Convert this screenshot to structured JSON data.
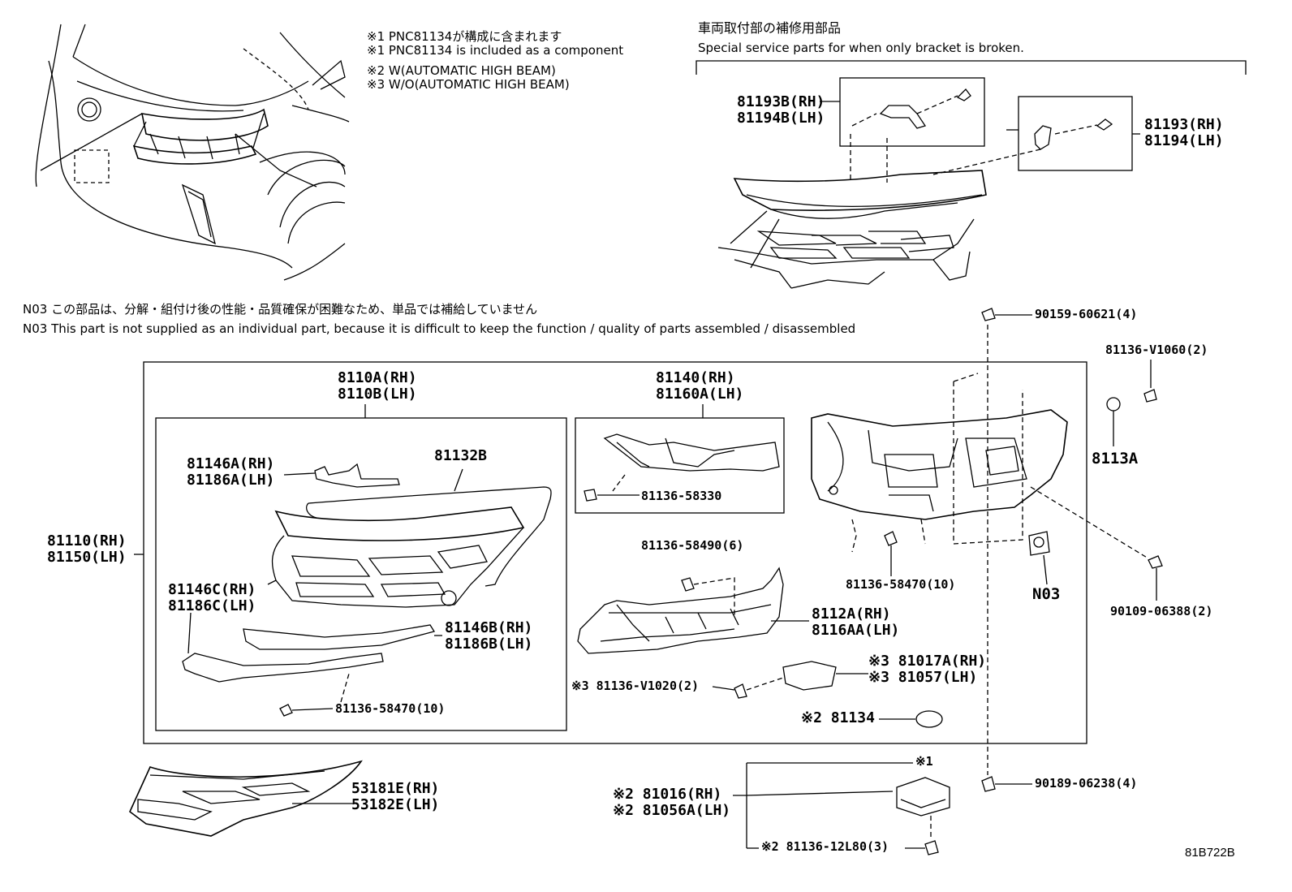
{
  "notes": {
    "n1_jp": "※1 PNC81134が構成に含まれます",
    "n1_en": "※1 PNC81134 is included as a component",
    "n2": "※2 W(AUTOMATIC HIGH BEAM)",
    "n3": "※3 W/O(AUTOMATIC HIGH BEAM)"
  },
  "special": {
    "title_jp": "車両取付部の補修用部品",
    "title_en": "Special service parts for when only bracket is broken."
  },
  "n03": {
    "jp": "N03 この部品は、分解・組付け後の性能・品質確保が困難なため、単品では補給していません",
    "en": "N03 This part is not supplied as an  individual part, because it is difficult to keep the function / quality of parts assembled / disassembled"
  },
  "parts": {
    "p81193B": "81193B(RH)",
    "p81194B": "81194B(LH)",
    "p81193": "81193(RH)",
    "p81194": "81194(LH)",
    "p90159": "90159-60621(4)",
    "p81136V1060": "81136-V1060(2)",
    "p8113A": "8113A",
    "p8110A": "8110A(RH)",
    "p8110B": "8110B(LH)",
    "p81140": "81140(RH)",
    "p81160A": "81160A(LH)",
    "p81146A": "81146A(RH)",
    "p81186A": "81186A(LH)",
    "p81132B": "81132B",
    "p81136_58330": "81136-58330",
    "p81110": "81110(RH)",
    "p81150": "81150(LH)",
    "p81136_58490": "81136-58490(6)",
    "p81136_58470a": "81136-58470(10)",
    "pN03": "N03",
    "p90109": "90109-06388(2)",
    "p81146C": "81146C(RH)",
    "p81186C": "81186C(LH)",
    "p8112A": "8112A(RH)",
    "p8116AA": "8116AA(LH)",
    "p81146B": "81146B(RH)",
    "p81186B": "81186B(LH)",
    "p81017A": "※3 81017A(RH)",
    "p81057": "※3 81057(LH)",
    "p81136V1020": "※3 81136-V1020(2)",
    "p81136_58470b": "81136-58470(10)",
    "p81134": "※2 81134",
    "p53181E": "53181E(RH)",
    "p53182E": "53182E(LH)",
    "p81016": "※2 81016(RH)",
    "p81056A": "※2 81056A(LH)",
    "mark1": "※1",
    "p81136_12L80": "※2 81136-12L80(3)",
    "p90189": "90189-06238(4)"
  },
  "diagram_code": "81B722B"
}
